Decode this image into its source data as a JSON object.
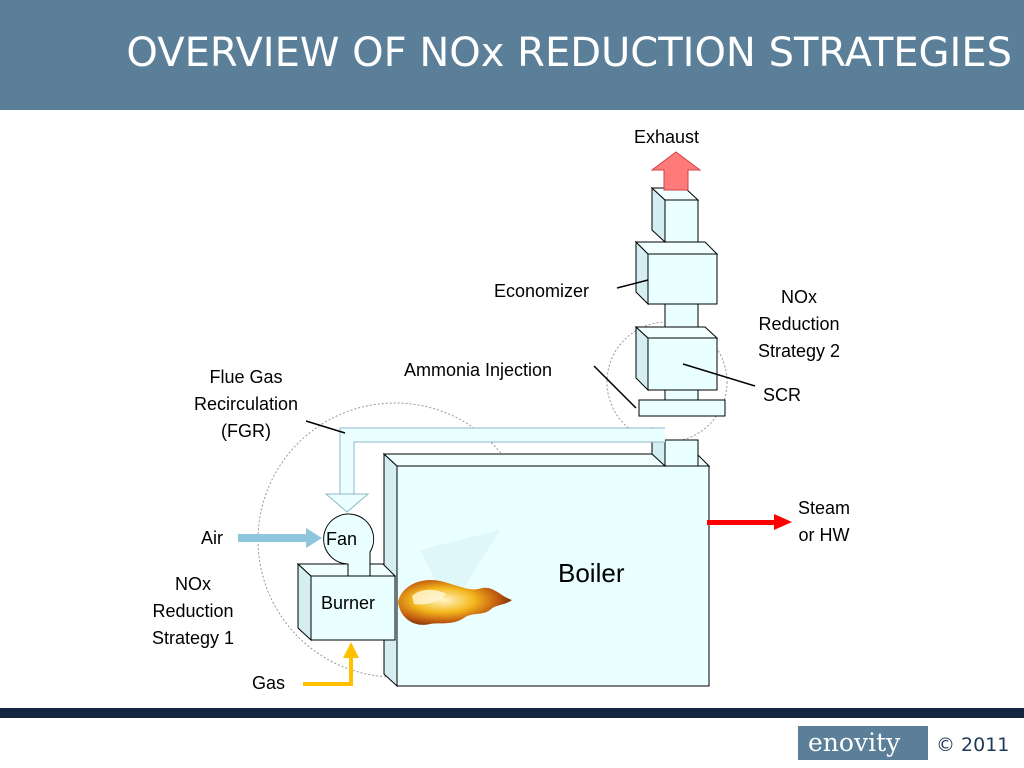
{
  "slide": {
    "title": "OVERVIEW OF NOx REDUCTION STRATEGIES"
  },
  "diagram": {
    "labels": {
      "exhaust": "Exhaust",
      "economizer": "Economizer",
      "nox_strategy_2": [
        "NOx",
        "Reduction",
        "Strategy 2"
      ],
      "ammonia_injection": "Ammonia Injection",
      "scr": "SCR",
      "flue_gas_recirculation": [
        "Flue Gas",
        "Recirculation",
        "(FGR)"
      ],
      "steam": [
        "Steam",
        "or HW"
      ],
      "air": "Air",
      "fan": "Fan",
      "boiler": "Boiler",
      "nox_strategy_1": [
        "NOx",
        "Reduction",
        "Strategy 1"
      ],
      "burner": "Burner",
      "gas": "Gas"
    },
    "colors": {
      "box_fill": "#eaffff",
      "box_edge": "#000000",
      "exhaust_arrow": "#ff7b7b",
      "steam_arrow": "#ff0000",
      "air_arrow": "#8ec7dd",
      "gas_arrow": "#ffc000",
      "flame": "#f4b81c"
    }
  },
  "footer": {
    "logo_text": "enovity",
    "copyright": "© 2011"
  }
}
